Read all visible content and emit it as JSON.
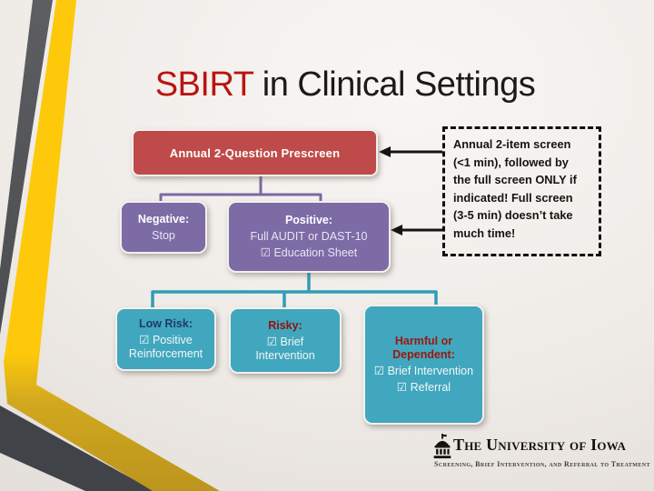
{
  "title": {
    "highlight": "SBIRT",
    "rest": " in Clinical Settings"
  },
  "flowchart": {
    "prescreen": {
      "label": "Annual 2-Question Prescreen"
    },
    "negative": {
      "header": "Negative:",
      "line1": "Stop"
    },
    "positive": {
      "header": "Positive:",
      "line1": "Full AUDIT or DAST-10",
      "line2": "☑ Education Sheet"
    },
    "low_risk": {
      "header": "Low Risk:",
      "line1": "☑ Positive Reinforcement"
    },
    "risky": {
      "header": "Risky:",
      "line1": "☑ Brief Intervention"
    },
    "harmful": {
      "header": "Harmful or Dependent:",
      "line1": "☑ Brief Intervention",
      "line2": "☑ Referral"
    }
  },
  "note": {
    "text": "Annual 2-item screen\n(<1 min), followed by\nthe full screen ONLY if\nindicated! Full screen\n(3-5 min) doesn’t take\nmuch time!"
  },
  "footer": {
    "org_name": "The University of Iowa",
    "tagline": "Screening, Brief Intervention, and Referral to Treatment"
  },
  "colors": {
    "title_accent": "#b81511",
    "prescreen_box": "#be4b49",
    "decision_box": "#7d6ba6",
    "outcome_box": "#41a7be",
    "purple_connector": "#7a69a3",
    "teal_connector": "#2f9db6",
    "arrow": "#141414",
    "stripe_yellow": "#fec90a",
    "stripe_gray": "#58595d"
  }
}
